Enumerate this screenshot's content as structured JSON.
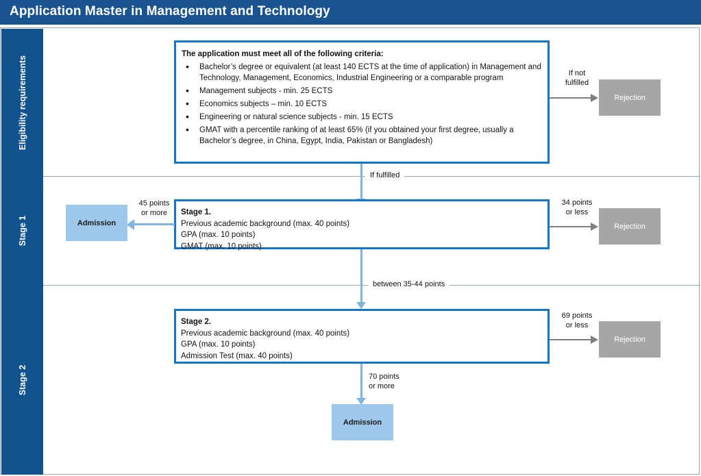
{
  "header": {
    "title": "Application Master in Management and Technology"
  },
  "sidebar": {
    "items": [
      {
        "label": "Eligibility requirements"
      },
      {
        "label": "Stage 1"
      },
      {
        "label": "Stage 2"
      }
    ]
  },
  "eligibility": {
    "heading": "The application must meet all of the following criteria:",
    "criteria": [
      "Bachelor’s degree or equivalent (at least 140 ECTS at the time of application) in Management and Technology, Management, Economics, Industrial Engineering or a comparable program",
      "Management subjects - min. 25 ECTS",
      "Economics subjects – min. 10 ECTS",
      "Engineering or natural science subjects - min. 15 ECTS",
      "GMAT with a percentile ranking of at least 65% (if you obtained your first degree, usually a Bachelor’s degree, in China, Egypt, India, Pakistan or Bangladesh)"
    ],
    "reject_label_line1": "If not",
    "reject_label_line2": "fulfilled",
    "reject_box": "Rejection",
    "pass_label": "If  fulfilled"
  },
  "stage1": {
    "title": "Stage 1.",
    "lines": [
      "Previous academic background (max. 40 points)",
      "GPA (max. 10 points)",
      "GMAT (max. 10 points)"
    ],
    "admit_label_line1": "45 points",
    "admit_label_line2": "or more",
    "admit_box": "Admission",
    "reject_label_line1": "34 points",
    "reject_label_line2": "or less",
    "reject_box": "Rejection",
    "middle_label": "between 35-44 points"
  },
  "stage2": {
    "title": "Stage 2.",
    "lines": [
      "Previous academic background (max. 40 points)",
      "GPA (max. 10 points)",
      "Admission Test  (max. 40 points)"
    ],
    "reject_label_line1": "69 points",
    "reject_label_line2": "or less",
    "reject_box": "Rejection",
    "admit_label_line1": "70 points",
    "admit_label_line2": "or more",
    "admit_box": "Admission"
  },
  "colors": {
    "title_bar": "#1A5490",
    "sidebar": "#10538E",
    "box_border": "#1575C8",
    "admission_fill": "#9DC8EC",
    "rejection_fill": "#A6A6A6",
    "connector_blue": "#7FB4E0",
    "connector_gray": "#7F7F7F"
  }
}
